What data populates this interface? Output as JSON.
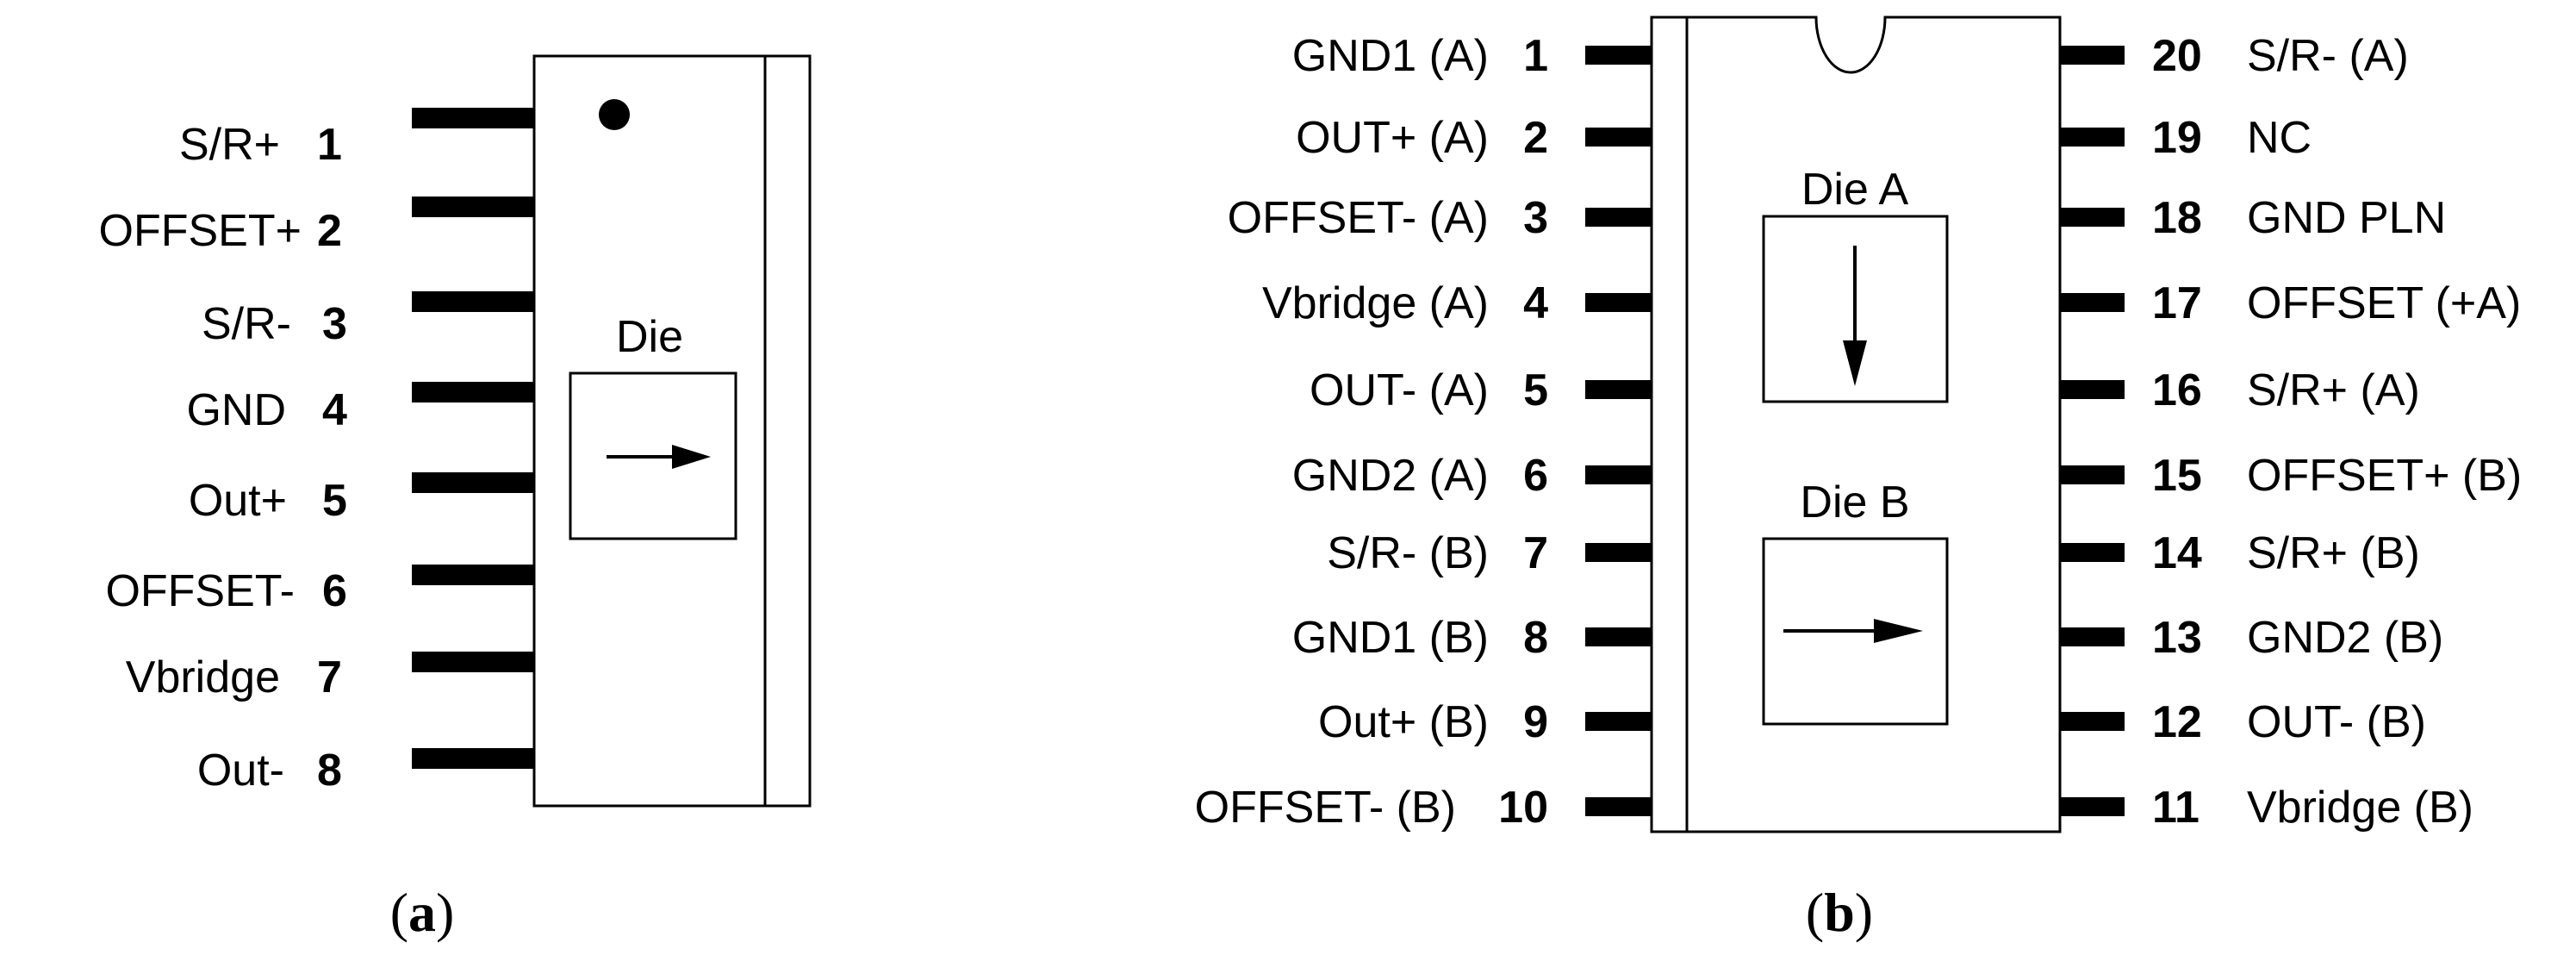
{
  "panel_a": {
    "caption_open": "(",
    "caption_letter": "a",
    "caption_close": ")",
    "die_label": "Die",
    "pins": [
      {
        "label": "S/R+",
        "number": "1"
      },
      {
        "label": "OFFSET+",
        "number": "2"
      },
      {
        "label": "S/R-",
        "number": "3"
      },
      {
        "label": "GND",
        "number": "4"
      },
      {
        "label": "Out+",
        "number": "5"
      },
      {
        "label": "OFFSET-",
        "number": "6"
      },
      {
        "label": "Vbridge",
        "number": "7"
      },
      {
        "label": "Out-",
        "number": "8"
      }
    ]
  },
  "panel_b": {
    "caption_open": "(",
    "caption_letter": "b",
    "caption_close": ")",
    "die_a_label": "Die A",
    "die_b_label": "Die B",
    "left_pins": [
      {
        "label": "GND1 (A)",
        "number": "1"
      },
      {
        "label": "OUT+ (A)",
        "number": "2"
      },
      {
        "label": "OFFSET- (A)",
        "number": "3"
      },
      {
        "label": "Vbridge (A)",
        "number": "4"
      },
      {
        "label": "OUT- (A)",
        "number": "5"
      },
      {
        "label": "GND2 (A)",
        "number": "6"
      },
      {
        "label": "S/R- (B)",
        "number": "7"
      },
      {
        "label": "GND1 (B)",
        "number": "8"
      },
      {
        "label": "Out+ (B)",
        "number": "9"
      },
      {
        "label": "OFFSET- (B)",
        "number": "10"
      }
    ],
    "right_pins": [
      {
        "label": "S/R- (A)",
        "number": "20"
      },
      {
        "label": "NC",
        "number": "19"
      },
      {
        "label": "GND PLN",
        "number": "18"
      },
      {
        "label": "OFFSET (+A)",
        "number": "17"
      },
      {
        "label": "S/R+ (A)",
        "number": "16"
      },
      {
        "label": "OFFSET+ (B)",
        "number": "15"
      },
      {
        "label": "S/R+ (B)",
        "number": "14"
      },
      {
        "label": "GND2 (B)",
        "number": "13"
      },
      {
        "label": "OUT- (B)",
        "number": "12"
      },
      {
        "label": "Vbridge (B)",
        "number": "11"
      }
    ]
  }
}
